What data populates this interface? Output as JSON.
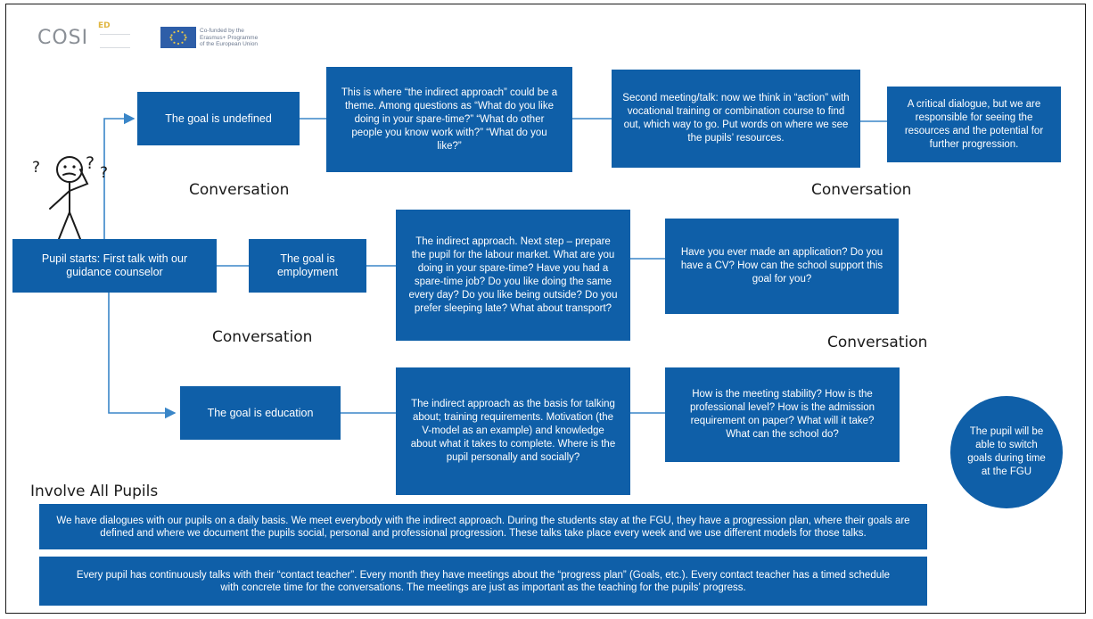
{
  "logos": {
    "cosi_text": "COSI",
    "cosi_sup": "ED",
    "eu_caption_line1": "Co-funded by the",
    "eu_caption_line2": "Erasmus+ Programme",
    "eu_caption_line3": "of the European Union"
  },
  "figure": {
    "question_left": "?",
    "question_mid": "?",
    "question_right": "?"
  },
  "nodes": {
    "start": "Pupil starts: First talk with our guidance counselor",
    "goal_undefined": "The goal is undefined",
    "goal_employment": "The goal is employment",
    "goal_education": "The goal is education",
    "undefined_indirect": "This is where “the indirect approach” could be a theme. Among questions as “What do you like doing in your spare-time?” “What do other people you know work with?” “What do you like?”",
    "undefined_second": "Second meeting/talk: now we think in “action” with vocational training or combination course to find out, which way to go. Put words on where we see the pupils’ resources.",
    "undefined_critical": "A critical dialogue, but we are responsible for seeing the resources and the potential for further progression.",
    "employment_indirect": "The indirect approach. Next step – prepare the pupil for the labour market. What are you doing in your spare-time? Have you had a spare-time job? Do you like doing the same every day? Do you like being outside? Do you prefer sleeping late? What about transport?",
    "employment_application": "Have you ever made an application? Do you have a CV? How can the school support this goal for you?",
    "education_indirect": "The indirect approach as the basis for talking about; training requirements. Motivation (the V-model as an example) and knowledge about what it takes to complete. Where is the pupil personally and socially?",
    "education_stability": "How is the meeting stability? How is the professional level? How is the admission requirement on paper? What will it take? What can the school do?",
    "switch_goals": "The pupil will be able to switch goals during time at the FGU"
  },
  "labels": {
    "conversation_1": "Conversation",
    "conversation_2": "Conversation",
    "conversation_3": "Conversation",
    "conversation_4": "Conversation",
    "involve_heading": "Involve All Pupils"
  },
  "bottom": {
    "para1": "We have dialogues with our pupils on a daily basis. We meet everybody with the indirect approach. During the students stay at the FGU, they have a progression plan, where their goals are defined and where we document the pupils social, personal and professional progression. These talks take place every week and we use different models for those talks.",
    "para2": "Every pupil has continuously talks with their “contact teacher”. Every month they have meetings about the “progress plan” (Goals, etc.). Every contact teacher has a timed schedule with concrete time for the conversations. The meetings are just as important as the teaching for the pupils’ progress."
  },
  "colors": {
    "box": "#0f5fa8",
    "line": "#3a86c8",
    "text_dark": "#1a1a1a"
  }
}
